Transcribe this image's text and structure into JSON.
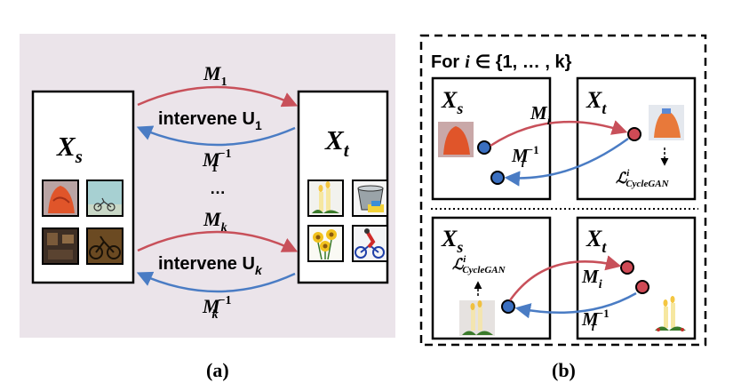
{
  "panel_a": {
    "source_domain": "X",
    "source_sub": "s",
    "target_domain": "X",
    "target_sub": "t",
    "top_map": "M",
    "top_map_sub": "1",
    "top_intervene": "intervene U",
    "top_intervene_sub": "1",
    "top_inverse": "M",
    "top_inverse_sub": "1",
    "top_inverse_sup": "−1",
    "ellipsis": "…",
    "bottom_map": "M",
    "bottom_map_sub": "k",
    "bottom_intervene": "intervene U",
    "bottom_intervene_sub": "k",
    "bottom_inverse": "M",
    "bottom_inverse_sub": "k",
    "bottom_inverse_sup": "−1",
    "caption": "(a)"
  },
  "panel_b": {
    "header_prefix": "For",
    "header_var": "i",
    "header_set": "∈ {1, … , k}",
    "top_left_domain": "X",
    "top_left_sub": "s",
    "top_right_domain": "X",
    "top_right_sub": "t",
    "top_map": "M",
    "top_map_sub": "i",
    "top_inverse": "M",
    "top_inverse_sub": "i",
    "top_inverse_sup": "−1",
    "top_loss": "ℒ",
    "top_loss_sup": "i",
    "top_loss_sub": "CycleGAN",
    "bottom_left_domain": "X",
    "bottom_left_sub": "s",
    "bottom_right_domain": "X",
    "bottom_right_sub": "t",
    "bottom_map": "M",
    "bottom_map_sub": "i",
    "bottom_inverse": "M",
    "bottom_inverse_sub": "i",
    "bottom_inverse_sup": "−1",
    "bottom_loss": "ℒ",
    "bottom_loss_sup": "i",
    "bottom_loss_sub": "CycleGAN",
    "caption": "(b)"
  },
  "colors": {
    "panel_bg": "#ebe4ea",
    "forward_arrow": "#c8505a",
    "inverse_arrow": "#4a7cc4",
    "red_node": "#cf4a55",
    "blue_node": "#3a6fc0"
  }
}
